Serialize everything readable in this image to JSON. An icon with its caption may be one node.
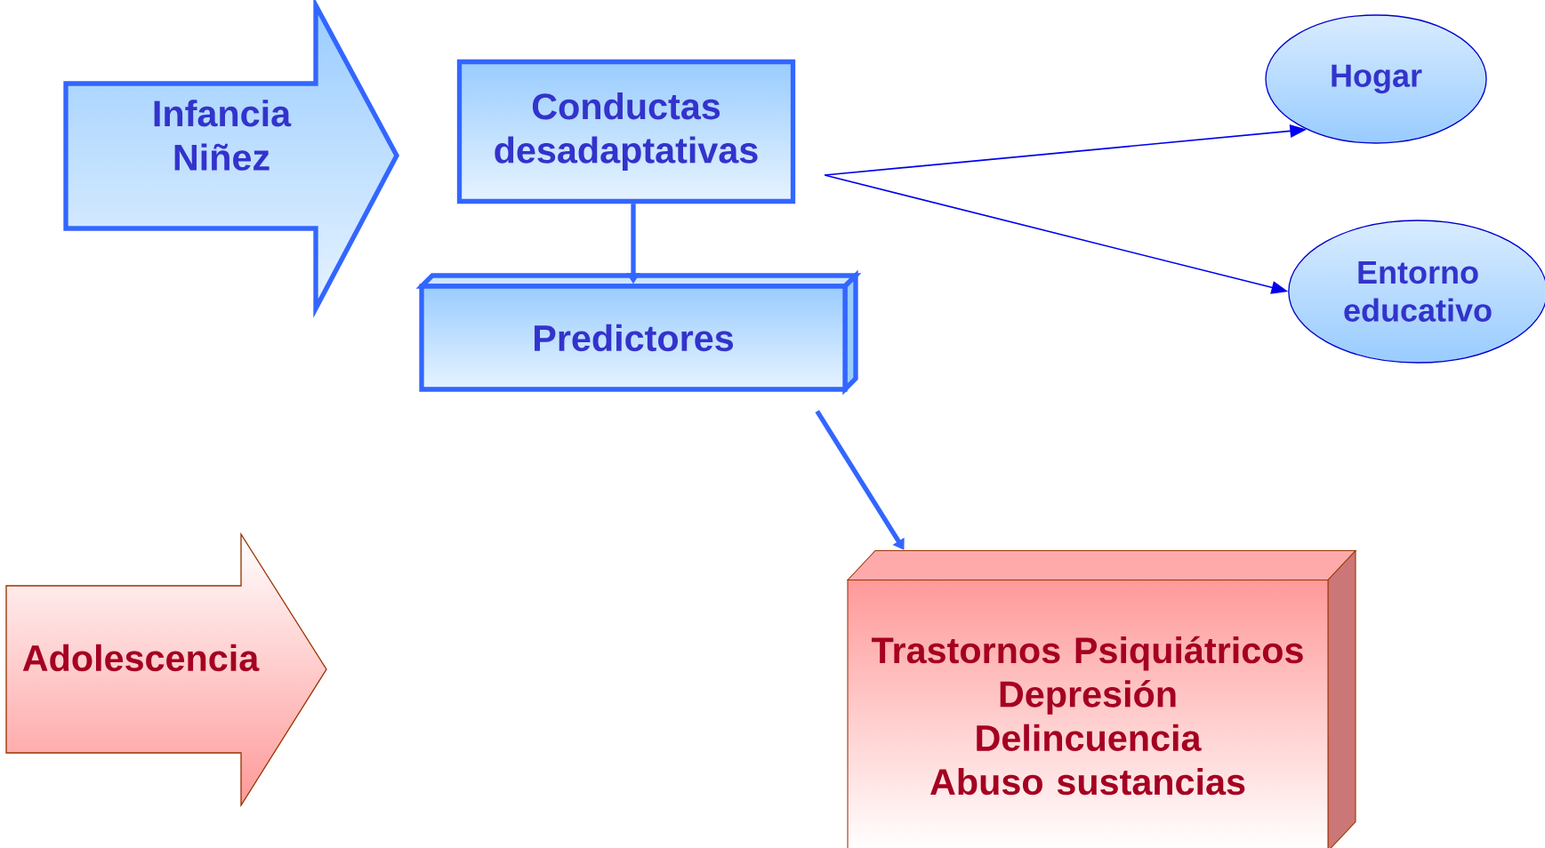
{
  "diagram": {
    "nodes": [
      {
        "text": [
          "Infancia Niñez"
        ]
      },
      {
        "text": [
          "Conductas desadaptativas"
        ]
      },
      {
        "text": [
          "Predictores"
        ]
      },
      {
        "text": [
          "Hogar"
        ]
      },
      {
        "text": [
          "Entorno educativo"
        ]
      },
      {
        "text": [
          "Adolescencia"
        ]
      },
      {
        "text": [
          "Trastornos Psiquiátricos",
          "Depresión",
          "Delincuencia",
          "Abuso sustancias"
        ]
      }
    ],
    "edges": [
      {
        "from": 1,
        "to": 2,
        "arrow": "to",
        "style": "thick",
        "color": "#3366ff"
      },
      {
        "from": 1,
        "to": 3,
        "arrow": "to",
        "color": "#0000ee"
      },
      {
        "from": 1,
        "to": 4,
        "arrow": "to",
        "color": "#0000ee"
      },
      {
        "from": 2,
        "to": 6,
        "arrow": "to",
        "style": "thick",
        "color": "#3366ff"
      }
    ]
  }
}
